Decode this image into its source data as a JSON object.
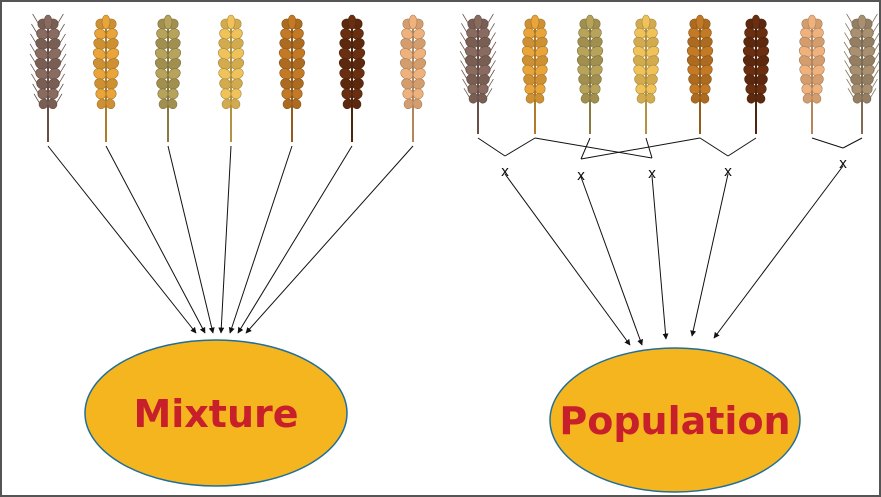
{
  "diagram": {
    "left_label": "Mixture",
    "right_label": "Population",
    "cross_symbol": "x"
  },
  "colors": {
    "ellipse_fill": "#f5b51f",
    "ellipse_stroke": "#1f6f9a",
    "label_text": "#c8202a",
    "border": "#555555"
  },
  "icons": {
    "wheat": "wheat-ear-icon",
    "cross": "cross-mark"
  },
  "left_wheat": [
    {
      "name": "wheat-ear-icon",
      "color": "#8a6b60",
      "awned": true
    },
    {
      "name": "wheat-ear-icon",
      "color": "#e9a53a",
      "awned": false
    },
    {
      "name": "wheat-ear-icon",
      "color": "#b7a35a",
      "awned": false
    },
    {
      "name": "wheat-ear-icon",
      "color": "#efc25a",
      "awned": false
    },
    {
      "name": "wheat-ear-icon",
      "color": "#c47a25",
      "awned": false
    },
    {
      "name": "wheat-ear-icon",
      "color": "#6a2f10",
      "awned": false
    },
    {
      "name": "wheat-ear-icon",
      "color": "#f0b27d",
      "awned": false
    }
  ],
  "right_wheat": [
    {
      "name": "wheat-ear-icon",
      "color": "#8a6b60",
      "awned": true
    },
    {
      "name": "wheat-ear-icon",
      "color": "#e9a53a",
      "awned": false
    },
    {
      "name": "wheat-ear-icon",
      "color": "#b7a35a",
      "awned": false
    },
    {
      "name": "wheat-ear-icon",
      "color": "#efc25a",
      "awned": false
    },
    {
      "name": "wheat-ear-icon",
      "color": "#c47a25",
      "awned": false
    },
    {
      "name": "wheat-ear-icon",
      "color": "#6a2f10",
      "awned": false
    },
    {
      "name": "wheat-ear-icon",
      "color": "#f0b27d",
      "awned": false
    },
    {
      "name": "wheat-ear-icon",
      "color": "#a89070",
      "awned": true
    }
  ]
}
